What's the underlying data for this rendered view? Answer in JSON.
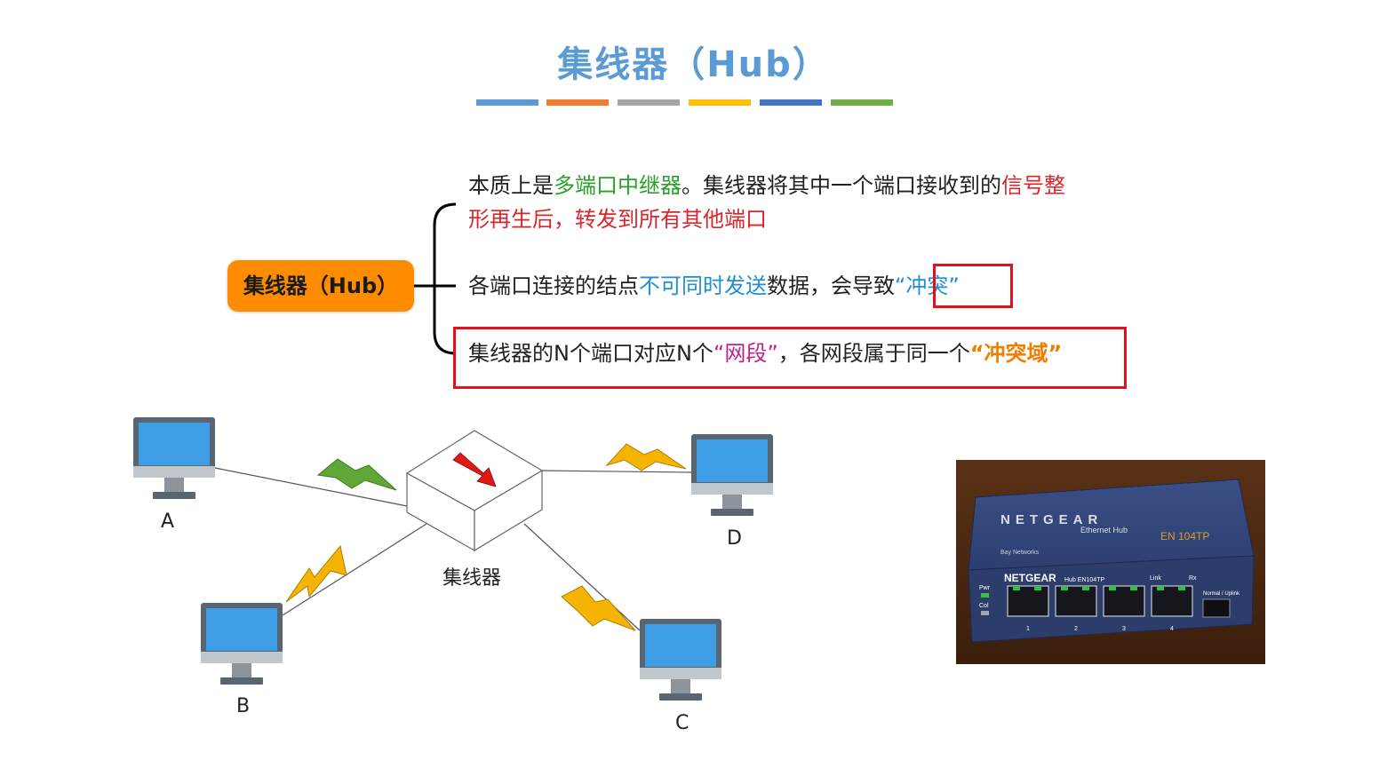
{
  "title": "集线器（Hub）",
  "title_bar_colors": [
    "#5b9bd5",
    "#ed7d31",
    "#a5a5a5",
    "#ffc000",
    "#4472c4",
    "#70ad47"
  ],
  "mindmap": {
    "root": "集线器（Hub）",
    "branch1": {
      "p1": "本质上是",
      "p2": "多端口中继器",
      "p3": "。集线器将其中一个端口接收到的",
      "p4": "信号整",
      "p5": "形再生后，转发到所有其他端口"
    },
    "branch2": {
      "p1": "各端口连接的结点",
      "p2": "不可同时发送",
      "p3": "数据，会导致",
      "p4": "“冲突”"
    },
    "branch3": {
      "p1": "集线器的N个端口对应N个",
      "p2": "“网段”",
      "p3": "，各网段属于同一个",
      "p4": "“冲突域”"
    }
  },
  "diagram": {
    "hub_label": "集线器",
    "node_a": "A",
    "node_b": "B",
    "node_c": "C",
    "node_d": "D"
  },
  "photo": {
    "brand": "NETGEAR",
    "product": "Ethernet Hub",
    "model": "EN 104TP",
    "sub_brand": "Bay Networks",
    "front_brand": "NETGEAR",
    "front_model": "Hub EN104TP",
    "pwr": "Pwr",
    "col": "Col",
    "link": "Link",
    "rx": "Rx",
    "uplink": "Normal / Uplink",
    "ports": [
      "1",
      "2",
      "3",
      "4"
    ]
  }
}
